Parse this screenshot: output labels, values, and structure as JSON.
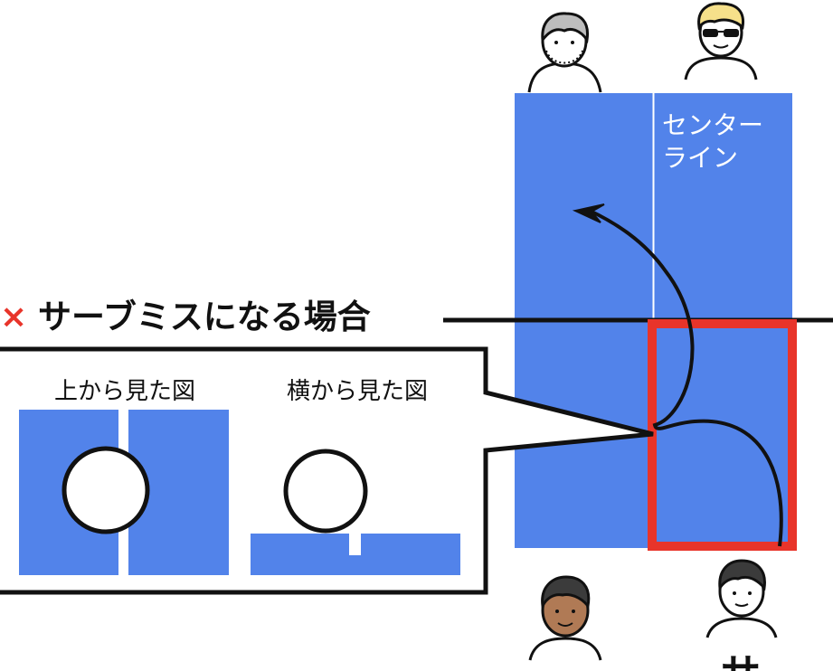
{
  "heading": {
    "mark": "×",
    "text": "サーブミスになる場合"
  },
  "table": {
    "center_line_label_line1": "センター",
    "center_line_label_line2": "ライン"
  },
  "inset": {
    "top_view_label": "上から見た図",
    "side_view_label": "横から見た図"
  },
  "bottom_partial_text": "サ",
  "colors": {
    "table_blue": "#5283EA",
    "highlight_red": "#E8342A",
    "stroke": "#111111",
    "skin_light": "#ffffff",
    "skin_dark": "#B07A55",
    "hair_gray": "#BDBDBD",
    "hair_blonde": "#F6E08A",
    "hair_dark": "#3B3B3B"
  },
  "icons": [
    "player-gray-hair-icon",
    "player-sunglasses-icon",
    "player-dark-skin-icon",
    "player-server-icon"
  ]
}
